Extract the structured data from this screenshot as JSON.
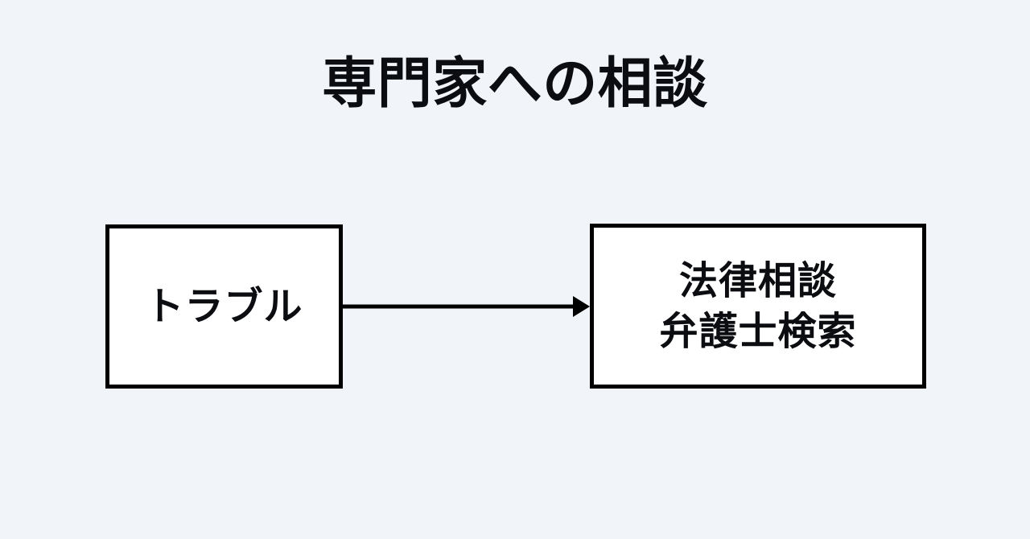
{
  "page": {
    "title": "専門家への相談",
    "background_color": "#f1f4f8",
    "text_color": "#0c0d10",
    "stroke_color": "#000000",
    "node_fill_color": "#ffffff"
  },
  "diagram": {
    "type": "flowchart",
    "orientation": "left-to-right",
    "nodes": [
      {
        "id": "trouble",
        "label": "トラブル",
        "shape": "rectangle"
      },
      {
        "id": "legal",
        "label": "法律相談\n弁護士検索",
        "line_1": "法律相談",
        "line_2": "弁護士検索",
        "shape": "rectangle"
      }
    ],
    "edges": [
      {
        "id": "trouble-to-legal",
        "from": "trouble",
        "to": "legal",
        "label": "",
        "style": "solid",
        "arrowhead": "filled-triangle",
        "icon": "arrow-right-icon"
      }
    ]
  }
}
